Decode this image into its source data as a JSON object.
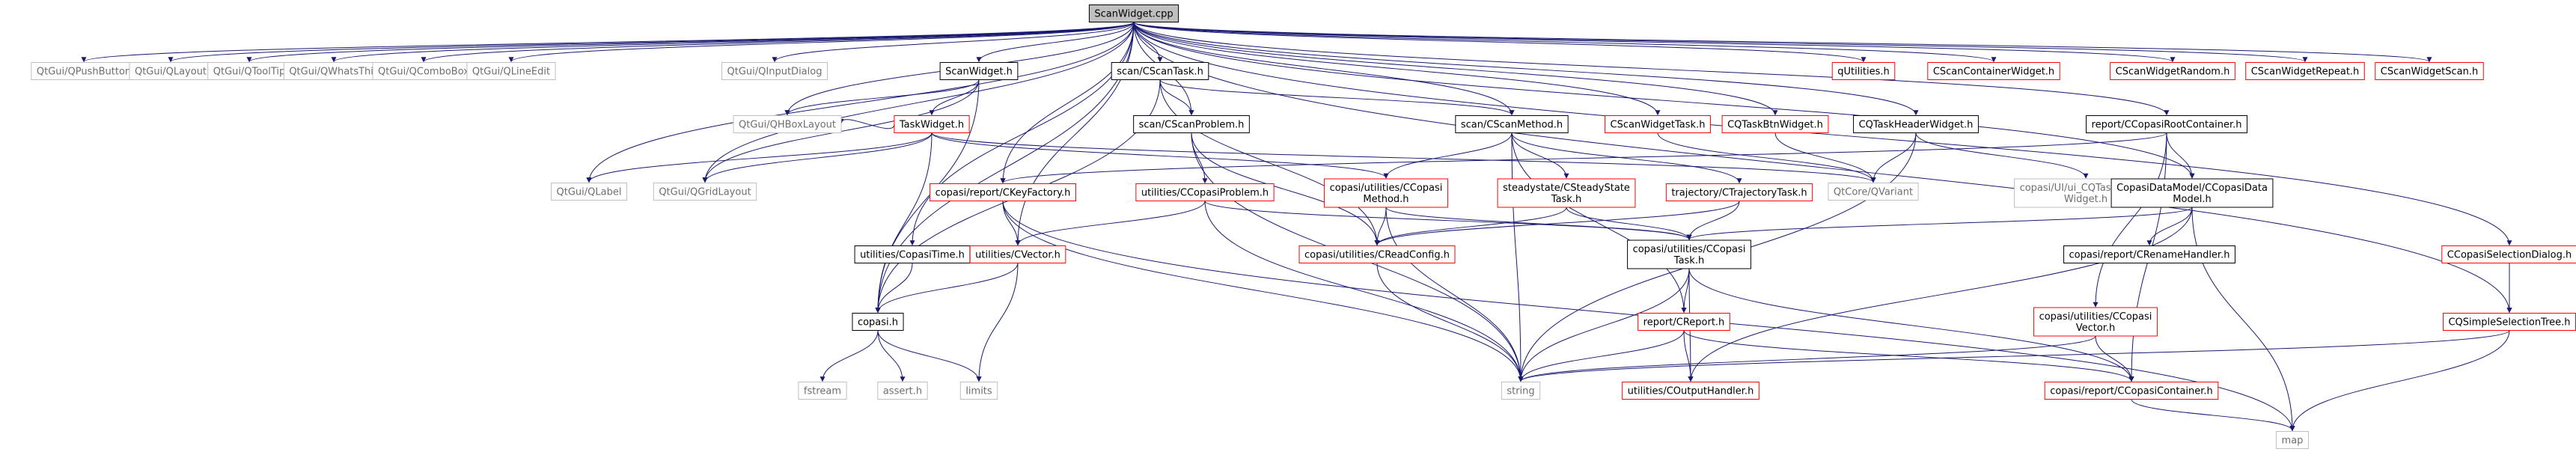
{
  "root": "ScanWidget.cpp",
  "nodes": [
    {
      "id": "root",
      "label": [
        "ScanWidget.cpp"
      ],
      "style": "root"
    },
    {
      "id": "qpushbutton",
      "label": [
        "QtGui/QPushButton"
      ],
      "style": "gray"
    },
    {
      "id": "qlayout",
      "label": [
        "QtGui/QLayout"
      ],
      "style": "gray"
    },
    {
      "id": "qtooltip",
      "label": [
        "QtGui/QToolTip"
      ],
      "style": "gray"
    },
    {
      "id": "qwhatsthis",
      "label": [
        "QtGui/QWhatsThis"
      ],
      "style": "gray"
    },
    {
      "id": "qcombobox",
      "label": [
        "QtGui/QComboBox"
      ],
      "style": "gray"
    },
    {
      "id": "qlineedit",
      "label": [
        "QtGui/QLineEdit"
      ],
      "style": "gray"
    },
    {
      "id": "qinputdialog",
      "label": [
        "QtGui/QInputDialog"
      ],
      "style": "gray"
    },
    {
      "id": "scanwidget_h",
      "label": [
        "ScanWidget.h"
      ],
      "style": "black"
    },
    {
      "id": "scan_cscantask",
      "label": [
        "scan/CScanTask.h"
      ],
      "style": "black"
    },
    {
      "id": "qutilities",
      "label": [
        "qUtilities.h"
      ],
      "style": "red"
    },
    {
      "id": "cscancontainerwidget",
      "label": [
        "CScanContainerWidget.h"
      ],
      "style": "red"
    },
    {
      "id": "cscanwidgetrandom",
      "label": [
        "CScanWidgetRandom.h"
      ],
      "style": "red"
    },
    {
      "id": "cscanwidgetrepeat",
      "label": [
        "CScanWidgetRepeat.h"
      ],
      "style": "red"
    },
    {
      "id": "cscanwidgetscan",
      "label": [
        "CScanWidgetScan.h"
      ],
      "style": "red"
    },
    {
      "id": "qhboxlayout",
      "label": [
        "QtGui/QHBoxLayout"
      ],
      "style": "gray"
    },
    {
      "id": "taskwidget",
      "label": [
        "TaskWidget.h"
      ],
      "style": "red"
    },
    {
      "id": "scan_cscanproblem",
      "label": [
        "scan/CScanProblem.h"
      ],
      "style": "black"
    },
    {
      "id": "scan_cscanmethod",
      "label": [
        "scan/CScanMethod.h"
      ],
      "style": "black"
    },
    {
      "id": "cscanwidgettask",
      "label": [
        "CScanWidgetTask.h"
      ],
      "style": "red"
    },
    {
      "id": "cqtaskbtnwidget",
      "label": [
        "CQTaskBtnWidget.h"
      ],
      "style": "red"
    },
    {
      "id": "cqtaskheaderwidget",
      "label": [
        "CQTaskHeaderWidget.h"
      ],
      "style": "black"
    },
    {
      "id": "ccopasirootcontainer",
      "label": [
        "report/CCopasiRootContainer.h"
      ],
      "style": "black"
    },
    {
      "id": "qlabel",
      "label": [
        "QtGui/QLabel"
      ],
      "style": "gray"
    },
    {
      "id": "qgridlayout",
      "label": [
        "QtGui/QGridLayout"
      ],
      "style": "gray"
    },
    {
      "id": "ckeyfactory",
      "label": [
        "copasi/report/CKeyFactory.h"
      ],
      "style": "red"
    },
    {
      "id": "ccopasiproblem",
      "label": [
        "utilities/CCopasiProblem.h"
      ],
      "style": "red"
    },
    {
      "id": "ccopasimethod",
      "label": [
        "copasi/utilities/CCopasi",
        "Method.h"
      ],
      "style": "red"
    },
    {
      "id": "csteadystatetask",
      "label": [
        "steadystate/CSteadyState",
        "Task.h"
      ],
      "style": "red"
    },
    {
      "id": "ctrajectorytask",
      "label": [
        "trajectory/CTrajectoryTask.h"
      ],
      "style": "red"
    },
    {
      "id": "qvariant",
      "label": [
        "QtCore/QVariant"
      ],
      "style": "gray"
    },
    {
      "id": "ui_cqtaskheader",
      "label": [
        "copasi/UI/ui_CQTaskHeader",
        "Widget.h"
      ],
      "style": "gray"
    },
    {
      "id": "ccopasidatamodel",
      "label": [
        "CopasiDataModel/CCopasiData",
        "Model.h"
      ],
      "style": "black"
    },
    {
      "id": "ccopasiselectiondialog",
      "label": [
        "CCopasiSelectionDialog.h"
      ],
      "style": "red"
    },
    {
      "id": "copasitime",
      "label": [
        "utilities/CopasiTime.h"
      ],
      "style": "black"
    },
    {
      "id": "cvector",
      "label": [
        "utilities/CVector.h"
      ],
      "style": "red"
    },
    {
      "id": "creadconfig",
      "label": [
        "copasi/utilities/CReadConfig.h"
      ],
      "style": "red"
    },
    {
      "id": "ccopasitask",
      "label": [
        "copasi/utilities/CCopasi",
        "Task.h"
      ],
      "style": "black"
    },
    {
      "id": "crenamehandler",
      "label": [
        "copasi/report/CRenameHandler.h"
      ],
      "style": "black"
    },
    {
      "id": "creport",
      "label": [
        "report/CReport.h"
      ],
      "style": "red"
    },
    {
      "id": "ccopasivector",
      "label": [
        "copasi/utilities/CCopasi",
        "Vector.h"
      ],
      "style": "red"
    },
    {
      "id": "cqsimpleselectiontree",
      "label": [
        "CQSimpleSelectionTree.h"
      ],
      "style": "red"
    },
    {
      "id": "copasi_h",
      "label": [
        "copasi.h"
      ],
      "style": "black"
    },
    {
      "id": "fstream",
      "label": [
        "fstream"
      ],
      "style": "gray"
    },
    {
      "id": "assert_h",
      "label": [
        "assert.h"
      ],
      "style": "gray"
    },
    {
      "id": "limits",
      "label": [
        "limits"
      ],
      "style": "gray"
    },
    {
      "id": "string",
      "label": [
        "string"
      ],
      "style": "gray"
    },
    {
      "id": "coutputhandler",
      "label": [
        "utilities/COutputHandler.h"
      ],
      "style": "red"
    },
    {
      "id": "ccopasicontainer",
      "label": [
        "copasi/report/CCopasiContainer.h"
      ],
      "style": "red"
    },
    {
      "id": "map",
      "label": [
        "map"
      ],
      "style": "gray"
    }
  ],
  "edges": [
    [
      "root",
      "qpushbutton"
    ],
    [
      "root",
      "qlayout"
    ],
    [
      "root",
      "qtooltip"
    ],
    [
      "root",
      "qwhatsthis"
    ],
    [
      "root",
      "qcombobox"
    ],
    [
      "root",
      "qlineedit"
    ],
    [
      "root",
      "qinputdialog"
    ],
    [
      "root",
      "scanwidget_h"
    ],
    [
      "root",
      "scan_cscantask"
    ],
    [
      "root",
      "qutilities"
    ],
    [
      "root",
      "cscancontainerwidget"
    ],
    [
      "root",
      "cscanwidgetrandom"
    ],
    [
      "root",
      "cscanwidgetrepeat"
    ],
    [
      "root",
      "cscanwidgetscan"
    ],
    [
      "root",
      "qlabel"
    ],
    [
      "root",
      "qgridlayout"
    ],
    [
      "root",
      "qhboxlayout"
    ],
    [
      "root",
      "copasi_h"
    ],
    [
      "root",
      "scan_cscanproblem"
    ],
    [
      "root",
      "scan_cscanmethod"
    ],
    [
      "root",
      "cscanwidgettask"
    ],
    [
      "root",
      "cqtaskbtnwidget"
    ],
    [
      "root",
      "cqtaskheaderwidget"
    ],
    [
      "root",
      "ccopasirootcontainer"
    ],
    [
      "root",
      "ccopasidatamodel"
    ],
    [
      "root",
      "ckeyfactory"
    ],
    [
      "root",
      "cvector"
    ],
    [
      "root",
      "copasitime"
    ],
    [
      "root",
      "ccopasiselectiondialog"
    ],
    [
      "root",
      "cqsimpleselectiontree"
    ],
    [
      "scanwidget_h",
      "qhboxlayout"
    ],
    [
      "scanwidget_h",
      "qgridlayout"
    ],
    [
      "scanwidget_h",
      "taskwidget"
    ],
    [
      "scanwidget_h",
      "copasi_h"
    ],
    [
      "taskwidget",
      "qlabel"
    ],
    [
      "taskwidget",
      "qgridlayout"
    ],
    [
      "taskwidget",
      "qhboxlayout"
    ],
    [
      "taskwidget",
      "ccopasimethod"
    ],
    [
      "taskwidget",
      "qvariant"
    ],
    [
      "taskwidget",
      "copasi_h"
    ],
    [
      "scan_cscantask",
      "scan_cscanproblem"
    ],
    [
      "scan_cscantask",
      "scan_cscanmethod"
    ],
    [
      "scan_cscantask",
      "creadconfig"
    ],
    [
      "scan_cscantask",
      "copasi_h"
    ],
    [
      "scan_cscanproblem",
      "ccopasiproblem"
    ],
    [
      "scan_cscanproblem",
      "creadconfig"
    ],
    [
      "scan_cscanproblem",
      "string"
    ],
    [
      "scan_cscanmethod",
      "ccopasimethod"
    ],
    [
      "scan_cscanmethod",
      "csteadystatetask"
    ],
    [
      "scan_cscanmethod",
      "ctrajectorytask"
    ],
    [
      "scan_cscanmethod",
      "string"
    ],
    [
      "scan_cscanmethod",
      "creport"
    ],
    [
      "cscanwidgettask",
      "qvariant"
    ],
    [
      "cqtaskbtnwidget",
      "qvariant"
    ],
    [
      "cqtaskheaderwidget",
      "qvariant"
    ],
    [
      "cqtaskheaderwidget",
      "ui_cqtaskheader"
    ],
    [
      "cqtaskheaderwidget",
      "string"
    ],
    [
      "ccopasirootcontainer",
      "ccopasidatamodel"
    ],
    [
      "ccopasirootcontainer",
      "ckeyfactory"
    ],
    [
      "ccopasirootcontainer",
      "ccopasivector"
    ],
    [
      "ccopasirootcontainer",
      "ccopasicontainer"
    ],
    [
      "ckeyfactory",
      "cvector"
    ],
    [
      "ckeyfactory",
      "string"
    ],
    [
      "ckeyfactory",
      "map"
    ],
    [
      "ccopasiproblem",
      "cvector"
    ],
    [
      "ccopasiproblem",
      "ccopasitask"
    ],
    [
      "ccopasiproblem",
      "string"
    ],
    [
      "ccopasimethod",
      "creadconfig"
    ],
    [
      "ccopasimethod",
      "ccopasitask"
    ],
    [
      "ccopasimethod",
      "string"
    ],
    [
      "csteadystatetask",
      "creadconfig"
    ],
    [
      "csteadystatetask",
      "ccopasitask"
    ],
    [
      "ctrajectorytask",
      "creadconfig"
    ],
    [
      "ctrajectorytask",
      "ccopasitask"
    ],
    [
      "ccopasidatamodel",
      "ccopasitask"
    ],
    [
      "ccopasidatamodel",
      "crenamehandler"
    ],
    [
      "ccopasidatamodel",
      "coutputhandler"
    ],
    [
      "ccopasidatamodel",
      "map"
    ],
    [
      "ccopasiselectiondialog",
      "cqsimpleselectiontree"
    ],
    [
      "copasitime",
      "copasi_h"
    ],
    [
      "cvector",
      "copasi_h"
    ],
    [
      "cvector",
      "limits"
    ],
    [
      "creadconfig",
      "string"
    ],
    [
      "ccopasitask",
      "string"
    ],
    [
      "ccopasitask",
      "creport"
    ],
    [
      "ccopasitask",
      "coutputhandler"
    ],
    [
      "ccopasitask",
      "ccopasicontainer"
    ],
    [
      "creport",
      "string"
    ],
    [
      "creport",
      "coutputhandler"
    ],
    [
      "creport",
      "ccopasicontainer"
    ],
    [
      "ccopasivector",
      "string"
    ],
    [
      "ccopasivector",
      "ccopasicontainer"
    ],
    [
      "cqsimpleselectiontree",
      "string"
    ],
    [
      "cqsimpleselectiontree",
      "map"
    ],
    [
      "copasi_h",
      "fstream"
    ],
    [
      "copasi_h",
      "assert_h"
    ],
    [
      "copasi_h",
      "limits"
    ],
    [
      "ccopasicontainer",
      "map"
    ]
  ],
  "colors": {
    "edge": "#191970",
    "border_black": "#000000",
    "border_red": "#ff0000",
    "border_gray": "#bfbfbf",
    "root_fill": "#bfbfbf",
    "text_normal": "#000000",
    "text_gray": "#6e6e6e"
  }
}
